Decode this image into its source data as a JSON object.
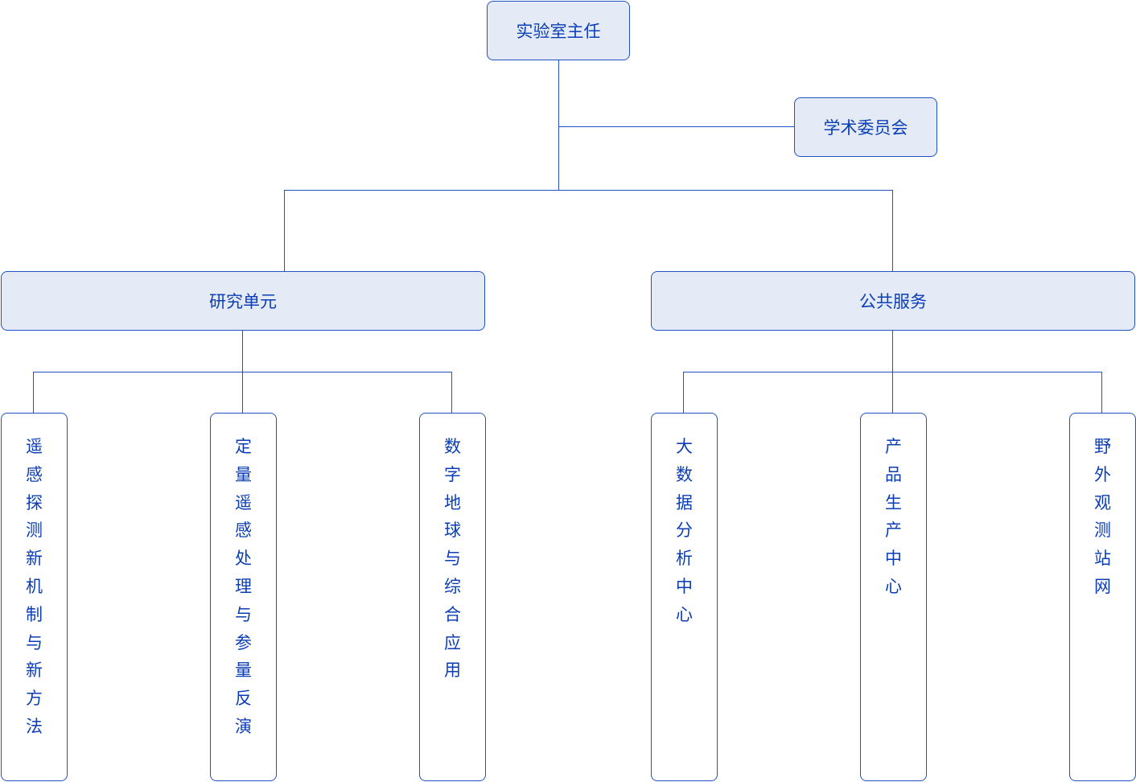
{
  "root": "实验室主任",
  "committee": "学术委员会",
  "branches": [
    {
      "label": "研究单元",
      "children": [
        "遥感探测新机制与新方法",
        "定量遥感处理与参量反演",
        "数字地球与综合应用"
      ]
    },
    {
      "label": "公共服务",
      "children": [
        "大数据分析中心",
        "产品生产中心",
        "野外观测站网"
      ]
    }
  ]
}
